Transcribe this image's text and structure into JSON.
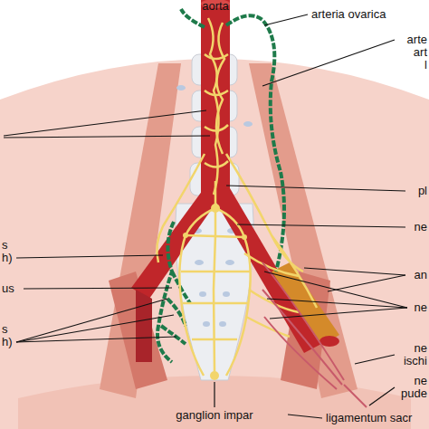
{
  "diagram": {
    "labels": [
      "aorta",
      "arteria ovarica",
      "arte",
      "art",
      "l",
      "pl",
      "ne",
      "s",
      "h)",
      "us",
      "s",
      "h)",
      "an",
      "ne",
      "ne",
      "ischi",
      "ne",
      "pude",
      "ganglion impar",
      "ligamentum sacr"
    ]
  }
}
